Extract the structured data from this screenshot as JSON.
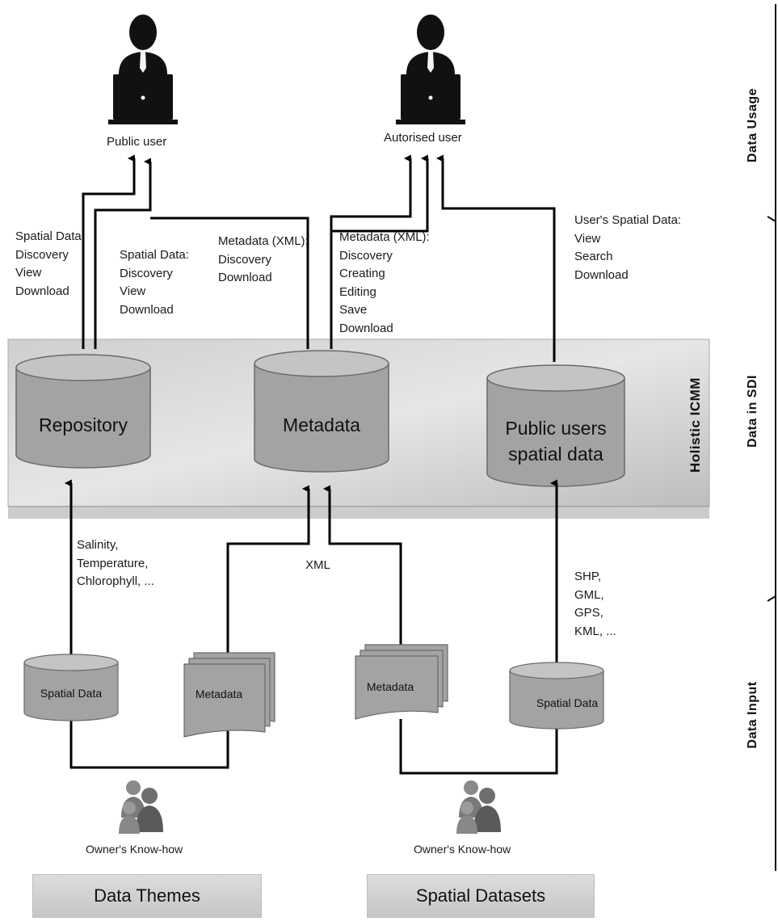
{
  "users": {
    "public": "Public user",
    "authorised": "Autorised user"
  },
  "labels": {
    "spatial_data_1": "Spatial Data:\nDiscovery\nView\nDownload",
    "spatial_data_2": "Spatial Data:\nDiscovery\nView\nDownload",
    "metadata_1": "Metadata (XML):\nDiscovery\nDownload",
    "metadata_2": "Metadata (XML):\nDiscovery\nCreating\nEditing\nSave\nDownload",
    "user_spatial": "User's Spatial Data:\nView\nSearch\nDownload",
    "themes_vars": "Salinity,\nTemperature,\nChlorophyll, ...",
    "xml": "XML",
    "formats": "SHP,\nGML,\nGPS,\nKML, ..."
  },
  "databases": {
    "repository": "Repository",
    "metadata": "Metadata",
    "public_users": "Public users\nspatial data"
  },
  "holistic": "Holistic ICMM",
  "inputs": {
    "spatial_data_left": "Spatial Data",
    "metadata_left": "Metadata",
    "metadata_right": "Metadata",
    "spatial_data_right": "Spatial Data"
  },
  "owners": {
    "left": "Owner's Know-how",
    "right": "Owner's Know-how"
  },
  "bottom": {
    "data_themes": "Data Themes",
    "spatial_datasets": "Spatial Datasets"
  },
  "bands": {
    "usage": "Data Usage",
    "sdi": "Data in SDI",
    "input": "Data Input"
  }
}
